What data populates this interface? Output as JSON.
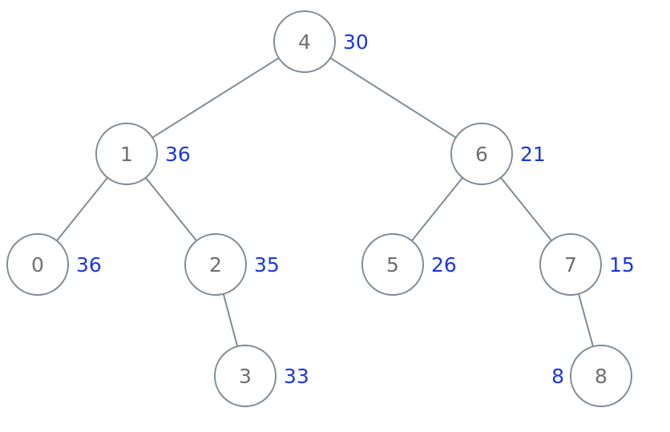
{
  "tree": {
    "colors": {
      "edge": "#7f8c95",
      "node_border": "#7f8c95",
      "node_text": "#6f6f6f",
      "annotation": "#1a36e6"
    },
    "nodes": [
      {
        "id": "n4",
        "value": "4",
        "sum": "30"
      },
      {
        "id": "n1",
        "value": "1",
        "sum": "36"
      },
      {
        "id": "n6",
        "value": "6",
        "sum": "21"
      },
      {
        "id": "n0",
        "value": "0",
        "sum": "36"
      },
      {
        "id": "n2",
        "value": "2",
        "sum": "35"
      },
      {
        "id": "n5",
        "value": "5",
        "sum": "26"
      },
      {
        "id": "n7",
        "value": "7",
        "sum": "15"
      },
      {
        "id": "n3",
        "value": "3",
        "sum": "33"
      },
      {
        "id": "n8",
        "value": "8",
        "sum": "8"
      }
    ],
    "edges": [
      {
        "from": "n4",
        "to": "n1"
      },
      {
        "from": "n4",
        "to": "n6"
      },
      {
        "from": "n1",
        "to": "n0"
      },
      {
        "from": "n1",
        "to": "n2"
      },
      {
        "from": "n6",
        "to": "n5"
      },
      {
        "from": "n6",
        "to": "n7"
      },
      {
        "from": "n2",
        "to": "n3"
      },
      {
        "from": "n7",
        "to": "n8"
      }
    ]
  }
}
